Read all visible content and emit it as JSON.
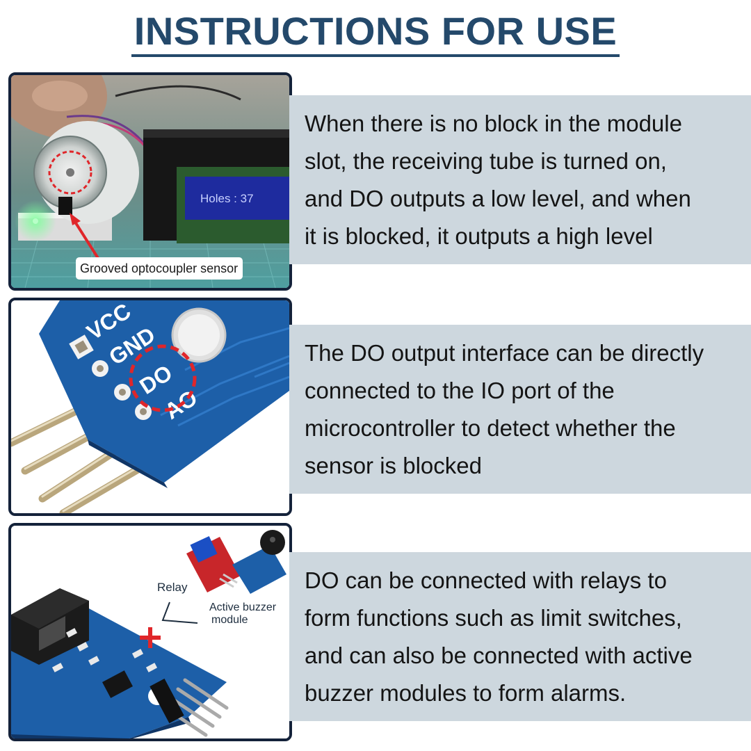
{
  "title": "INSTRUCTIONS FOR USE",
  "panels": [
    {
      "caption": "Grooved optocoupler sensor",
      "screen_text": "Holes : 37",
      "lines": [
        " When there is no block in the module",
        "slot, the receiving tube is turned on,",
        "and DO outputs a low level, and when",
        " it is blocked, it outputs a high level"
      ]
    },
    {
      "pins": [
        "VCC",
        "GND",
        "DO",
        "AO"
      ],
      "lines": [
        " The DO output interface can be directly",
        "connected to the IO port of the",
        "microcontroller to detect whether the",
        "sensor is blocked"
      ]
    },
    {
      "label_relay": "Relay",
      "label_buzzer_1": "Active buzzer",
      "label_buzzer_2": "module",
      "plus": "+",
      "lines": [
        " DO can be connected with relays to",
        "form functions such as limit switches,",
        "and can also be connected with active",
        "buzzer modules to form alarms."
      ]
    }
  ],
  "colors": {
    "title": "#24496b",
    "band": "#cdd7de",
    "frame": "#14223a",
    "pcb": "#1d5fa8",
    "highlight_red": "#e0262a"
  }
}
